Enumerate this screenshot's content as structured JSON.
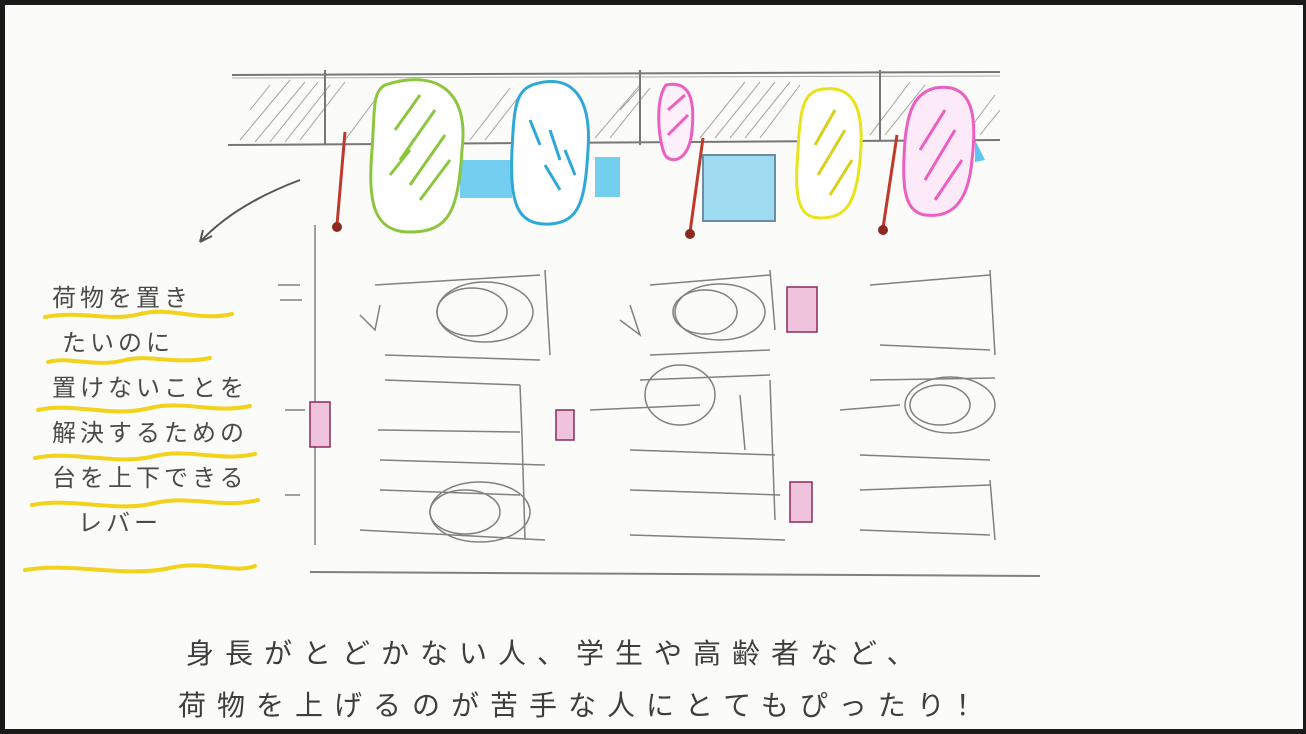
{
  "note_lines": [
    "荷物を置き",
    "たいのに",
    "置けないことを",
    "解決するための",
    "台を上下できる",
    "レバー"
  ],
  "caption_lines": [
    "身長がとどかない人、学生や高齢者など、",
    "荷物を上げるのが苦手な人にとてもぴったり！"
  ],
  "colors": {
    "paper": "#fbfbf9",
    "border": "#1a1a1a",
    "pencil": "#6b6b6b",
    "highlighter_yellow": "#f2d21b",
    "lever_red": "#c0392b",
    "bag_green": "#8cc63f",
    "bag_blue": "#2ea8d6",
    "bag_pink": "#ea5fc0",
    "bag_yellow": "#e9e21c",
    "box_cyan": "#3fb8e6",
    "box_magenta": "#a0306e"
  },
  "icons": {
    "arrow": "curved-arrow-icon",
    "lever": "lever-icon",
    "bag": "bag-icon",
    "seat": "seat-icon"
  }
}
